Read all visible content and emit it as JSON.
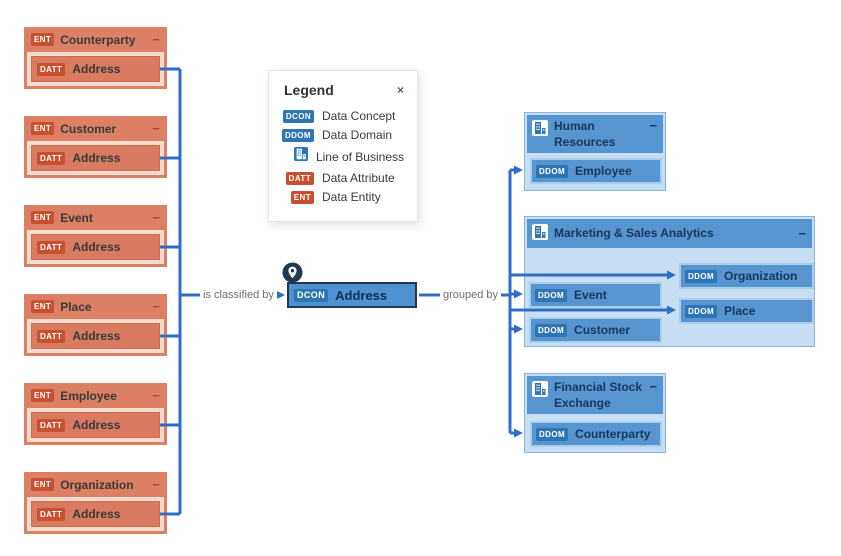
{
  "ui": {
    "collapse_glyph": "−",
    "close_glyph": "×"
  },
  "legend": {
    "title": "Legend",
    "items": [
      {
        "badge": "DCON",
        "label": "Data Concept"
      },
      {
        "badge": "DDOM",
        "label": "Data Domain"
      },
      {
        "icon": "line-of-business-icon",
        "label": "Line of Business"
      },
      {
        "badge": "DATT",
        "label": "Data Attribute"
      },
      {
        "badge": "ENT",
        "label": "Data Entity"
      }
    ]
  },
  "entities": [
    {
      "badge": "ENT",
      "name": "Counterparty",
      "attribute": {
        "badge": "DATT",
        "name": "Address"
      }
    },
    {
      "badge": "ENT",
      "name": "Customer",
      "attribute": {
        "badge": "DATT",
        "name": "Address"
      }
    },
    {
      "badge": "ENT",
      "name": "Event",
      "attribute": {
        "badge": "DATT",
        "name": "Address"
      }
    },
    {
      "badge": "ENT",
      "name": "Place",
      "attribute": {
        "badge": "DATT",
        "name": "Address"
      }
    },
    {
      "badge": "ENT",
      "name": "Employee",
      "attribute": {
        "badge": "DATT",
        "name": "Address"
      }
    },
    {
      "badge": "ENT",
      "name": "Organization",
      "attribute": {
        "badge": "DATT",
        "name": "Address"
      }
    }
  ],
  "concept": {
    "badge": "DCON",
    "name": "Address"
  },
  "edge_labels": {
    "left": "is classified by",
    "right": "grouped by"
  },
  "lobs": [
    {
      "name": "Human Resources",
      "items": [
        {
          "badge": "DDOM",
          "name": "Employee"
        }
      ]
    },
    {
      "name": "Marketing & Sales Analytics",
      "items": [
        {
          "badge": "DDOM",
          "name": "Event"
        },
        {
          "badge": "DDOM",
          "name": "Customer"
        },
        {
          "badge": "DDOM",
          "name": "Organization"
        },
        {
          "badge": "DDOM",
          "name": "Place"
        }
      ]
    },
    {
      "name": "Financial Stock Exchange",
      "items": [
        {
          "badge": "DDOM",
          "name": "Counterparty"
        }
      ]
    }
  ],
  "colors": {
    "edge_blue": "#2F6EC4",
    "entity_fill": "#DC8065",
    "entity_body": "#F6DCCE",
    "entity_badge": "#C8502E",
    "lob_header": "#5795D1",
    "lob_body": "#C8DEF2",
    "domain_badge": "#2E75B6",
    "navy_text": "#17375E",
    "node_fill": "#4E92D2",
    "node_border": "#22384E"
  }
}
